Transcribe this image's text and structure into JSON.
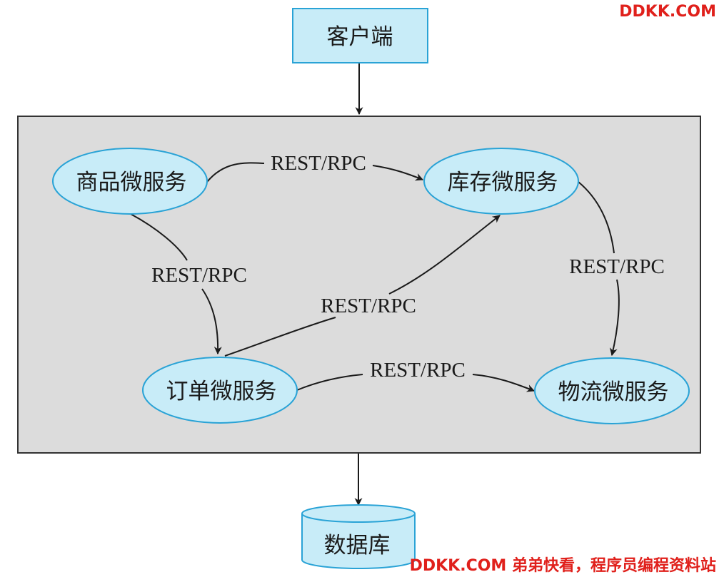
{
  "nodes": {
    "client": "客户端",
    "product_service": "商品微服务",
    "inventory_service": "库存微服务",
    "order_service": "订单微服务",
    "logistics_service": "物流微服务",
    "database": "数据库"
  },
  "edges": {
    "product_to_inventory": "REST/RPC",
    "product_to_order": "REST/RPC",
    "order_to_inventory": "REST/RPC",
    "inventory_to_logistics": "REST/RPC",
    "order_to_logistics": "REST/RPC"
  },
  "watermark": {
    "top": "DDKK.COM",
    "bottom": "DDKK.COM 弟弟快看，程序员编程资料站"
  },
  "colors": {
    "node_fill": "#c8ecf8",
    "node_stroke": "#2aa3d6",
    "panel_fill": "#dcdcdc",
    "panel_stroke": "#333333",
    "watermark": "#e0201b"
  }
}
